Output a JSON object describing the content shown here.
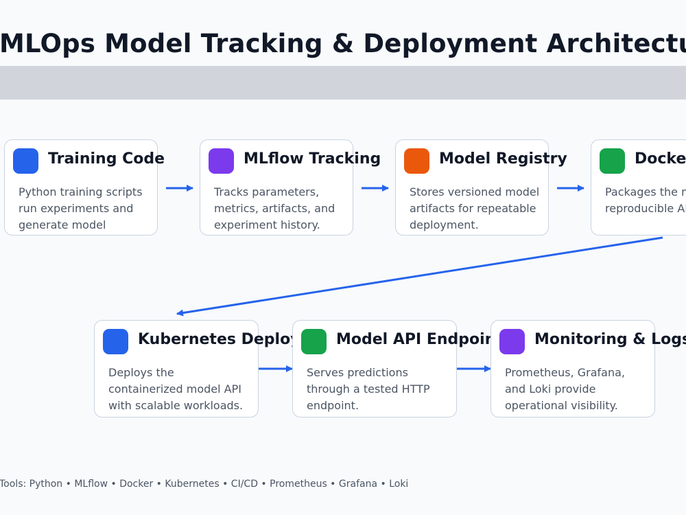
{
  "title": "MLOps Model Tracking & Deployment Architecture",
  "stages": [
    {
      "title": "Training Code",
      "description": "Python training scripts run experiments and generate model",
      "color": "#2563eb"
    },
    {
      "title": "MLflow Tracking",
      "description": "Tracks parameters, metrics, artifacts, and experiment history.",
      "color": "#7c3aed"
    },
    {
      "title": "Model Registry",
      "description": "Stores versioned model artifacts for repeatable deployment.",
      "color": "#ea580c"
    },
    {
      "title": "Docker",
      "description": "Packages the model as a reproducible API service.",
      "color": "#16a34a"
    },
    {
      "title": "Kubernetes Deployment",
      "description": "Deploys the containerized model API with scalable workloads.",
      "color": "#2563eb"
    },
    {
      "title": "Model API Endpoint",
      "description": "Serves predictions through a tested HTTP endpoint.",
      "color": "#16a34a"
    },
    {
      "title": "Monitoring & Logs",
      "description": "Prometheus, Grafana, and Loki provide operational visibility.",
      "color": "#7c3aed"
    }
  ],
  "footer": "Tools: Python • MLflow • Docker • Kubernetes • CI/CD • Prometheus • Grafana • Loki",
  "colors": {
    "arrow": "#2563eb",
    "background": "#f8fafc",
    "band": "#d1d5db"
  }
}
